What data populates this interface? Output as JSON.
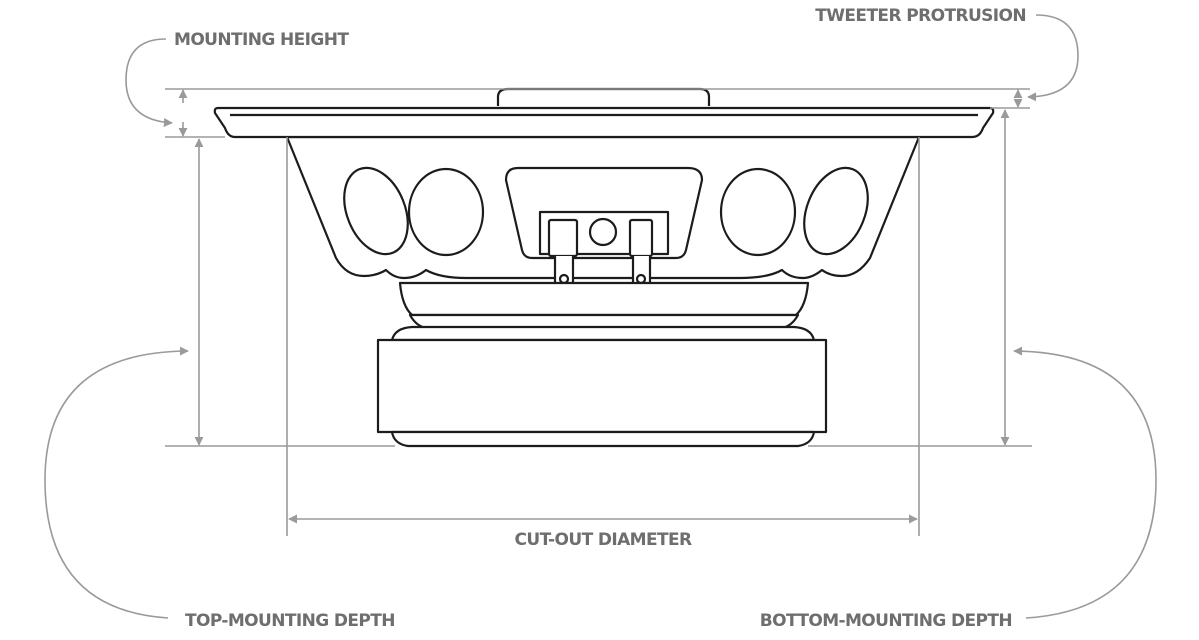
{
  "labels": {
    "mounting_height": "MOUNTING HEIGHT",
    "tweeter_protrusion": "TWEETER PROTRUSION",
    "cut_out_diameter": "CUT-OUT DIAMETER",
    "top_mounting_depth": "TOP-MOUNTING DEPTH",
    "bottom_mounting_depth": "BOTTOM-MOUNTING DEPTH"
  },
  "colors": {
    "outline": "#1c1c1c",
    "dimension_lines": "#9a9a9a",
    "label_text": "#6e6e6e",
    "background": "#ffffff"
  }
}
